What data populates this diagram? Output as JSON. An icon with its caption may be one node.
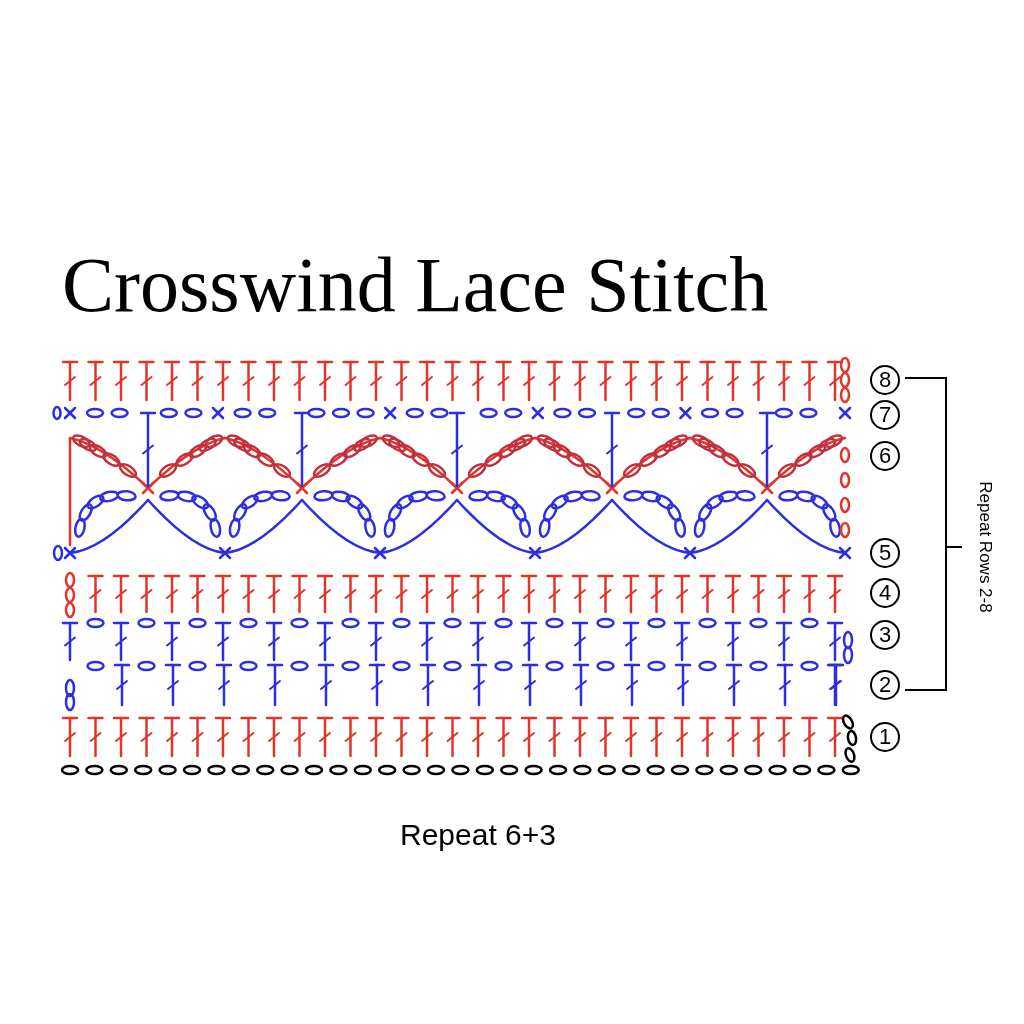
{
  "diagram": {
    "title": "Crosswind Lace Stitch",
    "labels": [
      "8",
      "7",
      "6",
      "5",
      "4",
      "3",
      "2",
      "1",
      "Repeat Rows 2-8",
      "Repeat 6+3"
    ]
  }
}
